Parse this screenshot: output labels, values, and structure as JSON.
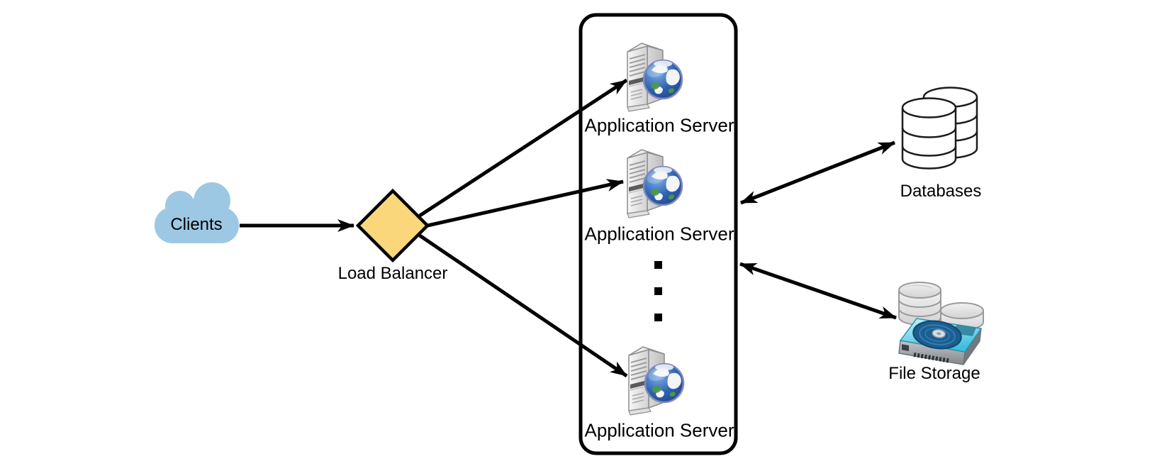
{
  "diagram": {
    "nodes": {
      "clients": "Clients",
      "load_balancer": "Load Balancer",
      "app_server_1": "Application Server",
      "app_server_2": "Application Server",
      "app_server_3": "Application Server",
      "databases": "Databases",
      "file_storage": "File Storage"
    },
    "edges": [
      {
        "from": "clients",
        "to": "load_balancer",
        "style": "arrow"
      },
      {
        "from": "load_balancer",
        "to": "app_server_1",
        "style": "arrow"
      },
      {
        "from": "load_balancer",
        "to": "app_server_2",
        "style": "arrow"
      },
      {
        "from": "load_balancer",
        "to": "app_server_3",
        "style": "arrow"
      },
      {
        "from": "app_server_group",
        "to": "databases",
        "style": "double-arrow"
      },
      {
        "from": "app_server_group",
        "to": "file_storage",
        "style": "double-arrow"
      }
    ],
    "colors": {
      "background": "#ffffff",
      "cloud_fill": "#9cc8e4",
      "diamond_fill": "#fbd77c",
      "line": "#000000"
    }
  }
}
